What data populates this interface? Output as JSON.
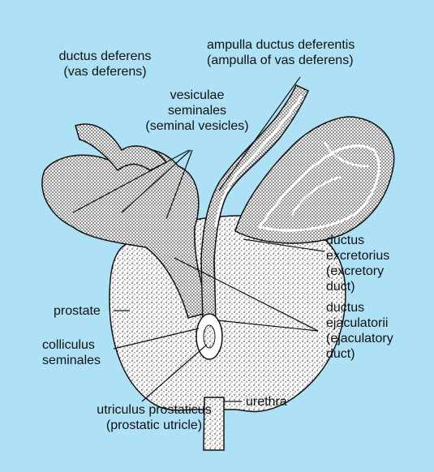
{
  "figure": {
    "background_color": "#aee0f6",
    "ink_color": "#111111"
  },
  "labels": {
    "ductus_deferens": {
      "line1": "ductus deferens",
      "line2": "(vas deferens)"
    },
    "vesiculae_seminales": {
      "line1": "vesiculae",
      "line2": "seminales",
      "line3": "(seminal vesicles)"
    },
    "ampulla": {
      "line1": "ampulla ductus deferentis",
      "line2": "(ampulla of vas deferens)"
    },
    "ductus_excretorius": {
      "line1": "ductus",
      "line2": "excretorius",
      "line3": "(excretory",
      "line4": "duct)"
    },
    "prostate": {
      "line1": "prostate"
    },
    "ductus_ejaculatorii": {
      "line1": "ductus",
      "line2": "ejaculatorii",
      "line3": "(ejaculatory",
      "line4": "duct)"
    },
    "colliculus": {
      "line1": "colliculus",
      "line2": "seminales"
    },
    "urethra": {
      "line1": "urethra"
    },
    "utriculus": {
      "line1": "utriculus prostaticus",
      "line2": "(prostatic utricle)"
    }
  }
}
